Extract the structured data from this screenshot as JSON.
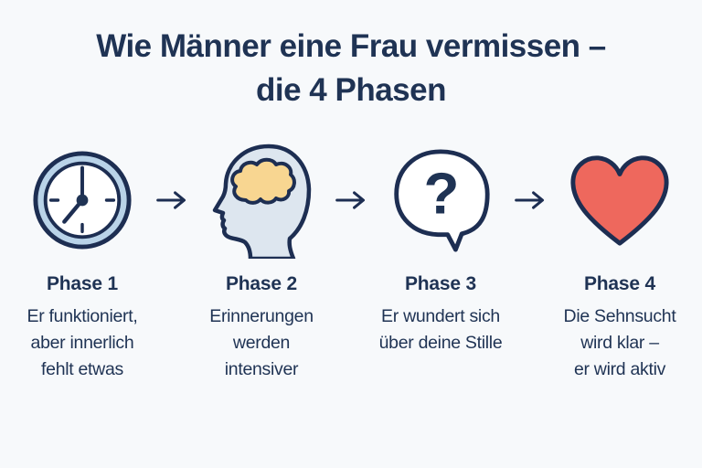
{
  "title": "Wie Männer eine Frau vermissen –\ndie 4 Phasen",
  "colors": {
    "background": "#f7f9fb",
    "navy": "#1f3354",
    "outline": "#1d2e52",
    "clock_ring": "#b9d3e8",
    "clock_face": "#ffffff",
    "head_fill": "#dde6ef",
    "brain_fill": "#f8d691",
    "bubble_fill": "#ffffff",
    "heart_fill": "#ee685d"
  },
  "question_mark": "?",
  "arrow": {
    "name": "arrow-right-icon"
  },
  "phases": [
    {
      "label": "Phase 1",
      "icon": "clock-icon",
      "description": "Er funktioniert,\naber innerlich\nfehlt etwas"
    },
    {
      "label": "Phase 2",
      "icon": "head-brain-icon",
      "description": "Erinnerungen\nwerden\nintensiver"
    },
    {
      "label": "Phase 3",
      "icon": "question-bubble-icon",
      "description": "Er wundert sich\nüber deine Stille"
    },
    {
      "label": "Phase 4",
      "icon": "heart-icon",
      "description": "Die Sehnsucht\nwird klar –\ner wird aktiv"
    }
  ]
}
